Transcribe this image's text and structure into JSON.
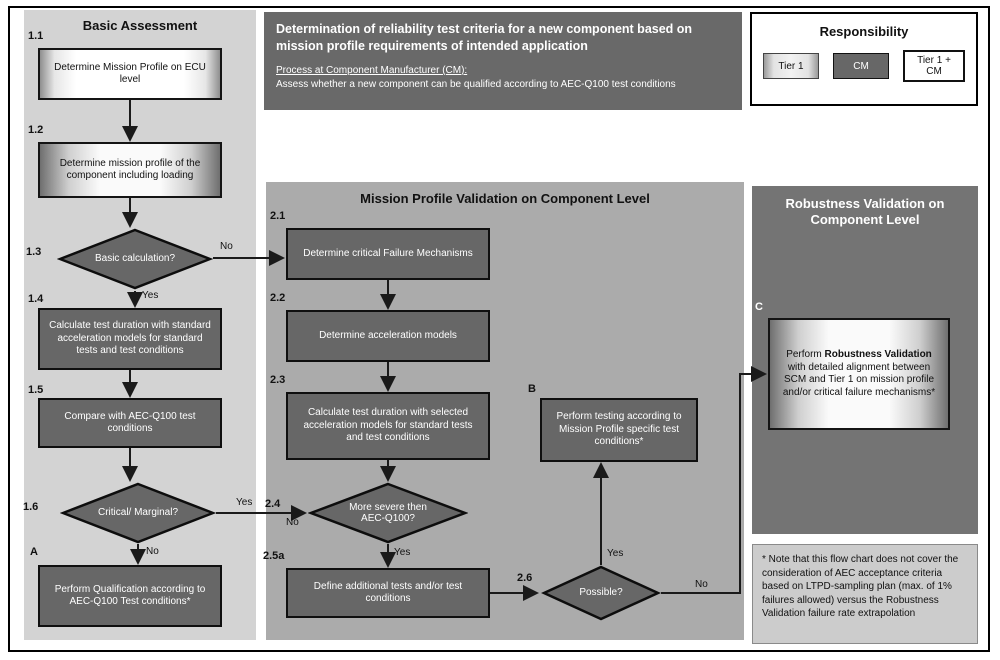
{
  "header": {
    "title": "Determination of reliability test criteria for a new component based on mission profile requirements of intended application",
    "process_label": "Process at Component Manufacturer (CM):",
    "process_text": "Assess whether a new component can be qualified according to AEC-Q100 test conditions"
  },
  "legend": {
    "title": "Responsibility",
    "tier1": "Tier 1",
    "cm": "CM",
    "tier1_cm": "Tier 1 + CM"
  },
  "panels": {
    "basic": "Basic Assessment",
    "mission": "Mission Profile Validation on Component Level",
    "robustness": "Robustness Validation on Component Level"
  },
  "nodes": {
    "n1_1": {
      "id": "1.1",
      "text": "Determine Mission Profile on ECU level"
    },
    "n1_2": {
      "id": "1.2",
      "text": "Determine mission profile of the component including loading"
    },
    "n1_3": {
      "id": "1.3",
      "text": "Basic calculation?"
    },
    "n1_4": {
      "id": "1.4",
      "text": "Calculate test duration with standard acceleration models for standard tests and test conditions"
    },
    "n1_5": {
      "id": "1.5",
      "text": "Compare with AEC-Q100 test conditions"
    },
    "n1_6": {
      "id": "1.6",
      "text": "Critical/ Marginal?"
    },
    "nA": {
      "id": "A",
      "text": "Perform Qualification according to AEC-Q100 Test conditions*"
    },
    "n2_1": {
      "id": "2.1",
      "text": "Determine critical Failure Mechanisms"
    },
    "n2_2": {
      "id": "2.2",
      "text": "Determine acceleration models"
    },
    "n2_3": {
      "id": "2.3",
      "text": "Calculate test duration with selected acceleration models for standard tests and test conditions"
    },
    "n2_4": {
      "id": "2.4",
      "text": "More severe then AEC-Q100?"
    },
    "n2_5a": {
      "id": "2.5a",
      "text": "Define additional tests and/or test conditions"
    },
    "n2_6": {
      "id": "2.6",
      "text": "Possible?"
    },
    "nB": {
      "id": "B",
      "text": "Perform testing according to Mission Profile specific test conditions*"
    },
    "nC": {
      "id": "C",
      "text_prefix": "Perform ",
      "text_bold": "Robustness Validation",
      "text_suffix": " with detailed alignment between SCM and Tier 1 on mission profile and/or critical failure mechanisms*"
    }
  },
  "edges": {
    "basic_calc_no": "No",
    "basic_calc_yes": "Yes",
    "critical_yes": "Yes",
    "critical_no": "No",
    "more_severe_no": "No",
    "more_severe_yes": "Yes",
    "possible_yes": "Yes",
    "possible_no": "No"
  },
  "footnote": "* Note that this flow chart does not cover the consideration of AEC acceptance criteria based on LTPD-sampling plan (max. of 1% failures allowed) versus the Robustness Validation failure rate extrapolation",
  "colors": {
    "dark_box": "#676767",
    "panel_light": "#d3d3d3",
    "panel_medium": "#ababab",
    "panel_dark": "#747474"
  }
}
